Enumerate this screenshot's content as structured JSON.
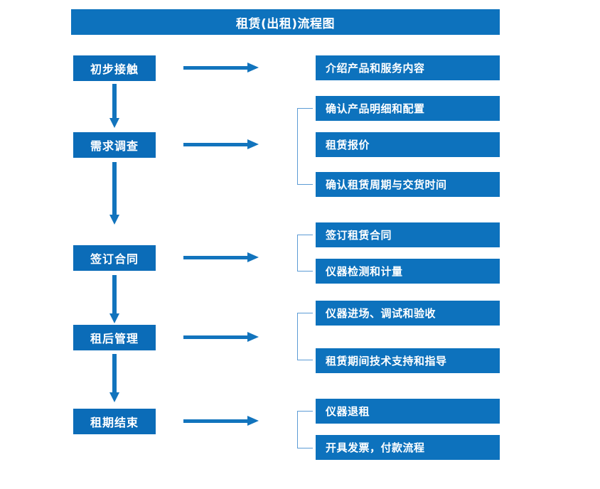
{
  "chart_data": {
    "type": "diagram",
    "title": "租赁(出租)流程图",
    "diagram_kind": "flowchart",
    "orientation": "vertical-stages-with-horizontal-details",
    "stages": [
      {
        "id": "stage-1",
        "label": "初步接触",
        "details": [
          "介绍产品和服务内容"
        ],
        "bracketed": false
      },
      {
        "id": "stage-2",
        "label": "需求调查",
        "details": [
          "确认产品明细和配置",
          "租赁报价",
          "确认租赁周期与交货时间"
        ],
        "bracketed": true
      },
      {
        "id": "stage-3",
        "label": "签订合同",
        "details": [
          "签订租赁合同",
          "仪器检测和计量"
        ],
        "bracketed": true
      },
      {
        "id": "stage-4",
        "label": "租后管理",
        "details": [
          "仪器进场、调试和验收",
          "租赁期间技术支持和指导"
        ],
        "bracketed": true
      },
      {
        "id": "stage-5",
        "label": "租期结束",
        "details": [
          "仪器退租",
          "开具发票，付款流程"
        ],
        "bracketed": true
      }
    ],
    "colors": {
      "title_bar": "#0d72bd",
      "stage_box": "#0b6cb8",
      "detail_box": "#0d72bd",
      "arrow": "#1274bd",
      "bracket": "#5b9bd5",
      "text": "#ffffff",
      "background": "#ffffff"
    }
  },
  "title": {
    "text": "租赁(出租)流程图"
  },
  "stages": [
    {
      "label": "初步接触"
    },
    {
      "label": "需求调查"
    },
    {
      "label": "签订合同"
    },
    {
      "label": "租后管理"
    },
    {
      "label": "租期结束"
    }
  ],
  "details": [
    {
      "label": "介绍产品和服务内容"
    },
    {
      "label": "确认产品明细和配置"
    },
    {
      "label": "租赁报价"
    },
    {
      "label": "确认租赁周期与交货时间"
    },
    {
      "label": "签订租赁合同"
    },
    {
      "label": "仪器检测和计量"
    },
    {
      "label": "仪器进场、调试和验收"
    },
    {
      "label": "租赁期间技术支持和指导"
    },
    {
      "label": "仪器退租"
    },
    {
      "label": "开具发票，付款流程"
    }
  ]
}
